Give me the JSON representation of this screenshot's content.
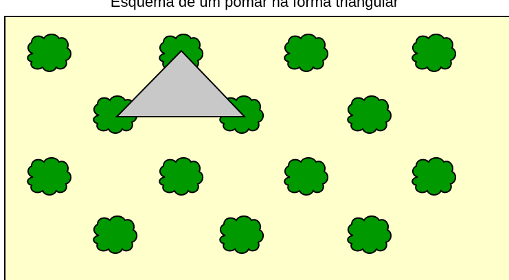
{
  "title": "Esquema de um pomar na forma triangular",
  "colors": {
    "field_fill": "#ffffcc",
    "field_border": "#000000",
    "tree_fill": "#009900",
    "tree_outline": "#000000",
    "triangle_fill": "#c8c8c8",
    "triangle_outline": "#000000"
  },
  "tree_icon": "tree-crown-icon",
  "tree_rows": [
    {
      "count": 4
    },
    {
      "count": 3
    },
    {
      "count": 4
    },
    {
      "count": 3
    }
  ],
  "triangle_vertices": [
    "row-1-tree-2",
    "row-2-tree-1",
    "row-2-tree-2"
  ]
}
